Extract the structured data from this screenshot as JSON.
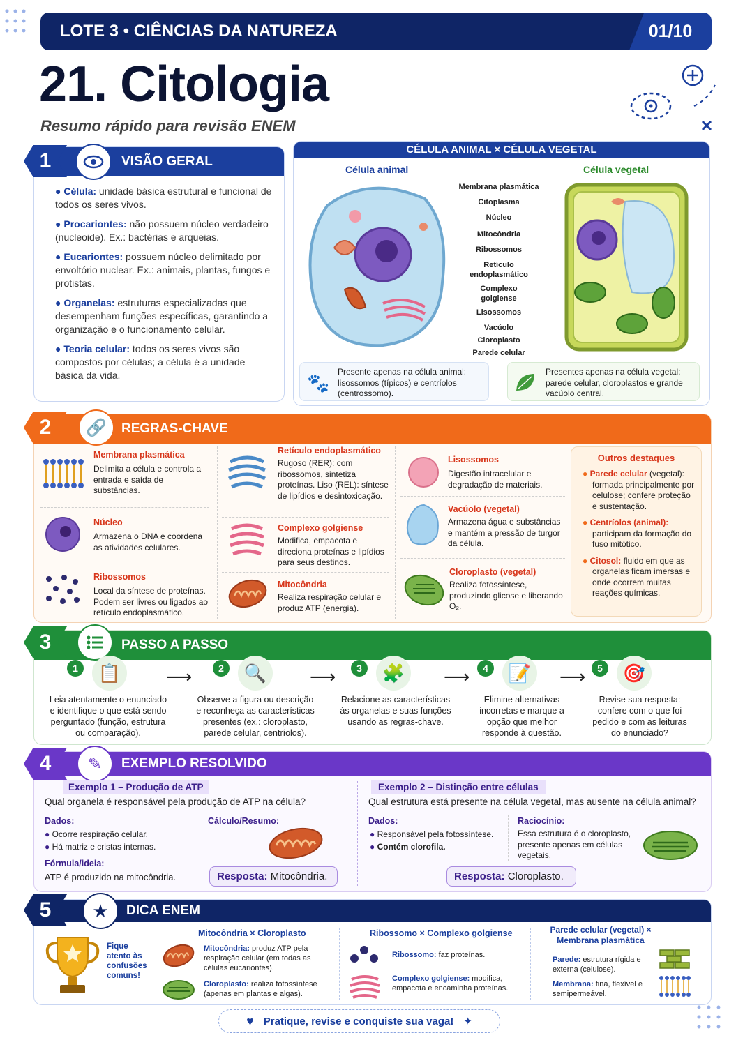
{
  "header": {
    "lote": "LOTE 3 • CIÊNCIAS DA NATUREZA",
    "page": "01/10"
  },
  "title": "21. Citologia",
  "subtitle": "Resumo rápido para revisão ENEM",
  "s1": {
    "num": "1",
    "title": "VISÃO GERAL",
    "items": [
      {
        "term": "Célula:",
        "text": " unidade básica estrutural e funcional de todos os seres vivos."
      },
      {
        "term": "Procariontes:",
        "text": " não possuem núcleo verdadeiro (nucleoide). Ex.: bactérias e arqueias."
      },
      {
        "term": "Eucariontes:",
        "text": " possuem núcleo delimitado por envoltório nuclear. Ex.: animais, plantas, fungos e protistas."
      },
      {
        "term": "Organelas:",
        "text": " estruturas especializadas que desempenham funções específicas, garantindo a organização e o funcionamento celular."
      },
      {
        "term": "Teoria celular:",
        "text": " todos os seres vivos são compostos por células; a célula é a unidade básica da vida."
      }
    ]
  },
  "cells": {
    "title": "CÉLULA ANIMAL × CÉLULA VEGETAL",
    "animal": "Célula animal",
    "plant": "Célula vegetal",
    "labels": [
      "Membrana plasmática",
      "Citoplasma",
      "Núcleo",
      "Mitocôndria",
      "Ribossomos",
      "Retículo endoplasmático",
      "Complexo golgiense",
      "Lisossomos",
      "Vacúolo",
      "Cloroplasto",
      "Parede celular"
    ],
    "note_animal": "Presente apenas na célula animal: lisossomos (típicos) e centríolos (centrossomo).",
    "note_plant": "Presentes apenas na célula vegetal: parede celular, cloroplastos e grande vacúolo central."
  },
  "s2": {
    "num": "2",
    "title": "REGRAS-CHAVE",
    "col1": [
      {
        "name": "Membrana plasmática",
        "text": "Delimita a célula e controla a entrada e saída de substâncias."
      },
      {
        "name": "Núcleo",
        "text": "Armazena o DNA e coordena as atividades celulares."
      },
      {
        "name": "Ribossomos",
        "text": "Local da síntese de proteínas. Podem ser livres ou ligados ao retículo endoplasmático."
      }
    ],
    "col2": [
      {
        "name": "Retículo endoplasmático",
        "text": "Rugoso (RER): com ribossomos, sintetiza proteínas. Liso (REL): síntese de lipídios e desintoxicação."
      },
      {
        "name": "Complexo golgiense",
        "text": "Modifica, empacota e direciona proteínas e lipídios para seus destinos."
      },
      {
        "name": "Mitocôndria",
        "text": "Realiza respiração celular e produz ATP (energia)."
      }
    ],
    "col3": [
      {
        "name": "Lisossomos",
        "text": "Digestão intracelular e degradação de materiais."
      },
      {
        "name": "Vacúolo (vegetal)",
        "text": "Armazena água e substâncias e mantém a pressão de turgor da célula."
      },
      {
        "name": "Cloroplasto (vegetal)",
        "text": "Realiza fotossíntese, produzindo glicose e liberando O₂."
      }
    ],
    "highlights": {
      "title": "Outros destaques",
      "items": [
        {
          "term": "Parede celular",
          "text": " (vegetal): formada principalmente por celulose; confere proteção e sustentação."
        },
        {
          "term": "Centríolos (animal):",
          "text": " participam da formação do fuso mitótico."
        },
        {
          "term": "Citosol:",
          "text": " fluido em que as organelas ficam imersas e onde ocorrem muitas reações químicas."
        }
      ]
    }
  },
  "s3": {
    "num": "3",
    "title": "PASSO A PASSO",
    "steps": [
      {
        "n": "1",
        "text": "Leia atentamente o enunciado e identifique o que está sendo perguntado (função, estrutura ou comparação)."
      },
      {
        "n": "2",
        "text": "Observe a figura ou descrição e reconheça as características presentes (ex.: cloroplasto, parede celular, centríolos)."
      },
      {
        "n": "3",
        "text": "Relacione as características às organelas e suas funções usando as regras-chave."
      },
      {
        "n": "4",
        "text": "Elimine alternativas incorretas e marque a opção que melhor responde à questão."
      },
      {
        "n": "5",
        "text": "Revise sua resposta: confere com o que foi pedido e com as leituras do enunciado?"
      }
    ]
  },
  "s4": {
    "num": "4",
    "title": "EXEMPLO RESOLVIDO",
    "ex1": {
      "tag": "Exemplo 1 – Produção de ATP",
      "q": "Qual organela é responsável pela produção de ATP na célula?",
      "dados": "Dados:",
      "d1": "Ocorre respiração celular.",
      "d2": "Há matriz e cristas internas.",
      "calc": "Cálculo/Resumo:",
      "formula": "Fórmula/ideia:",
      "ftext": "ATP é produzido na mitocôndria.",
      "resp": "Resposta:",
      "ans": " Mitocôndria."
    },
    "ex2": {
      "tag": "Exemplo 2 – Distinção entre células",
      "q": "Qual estrutura está presente na célula vegetal, mas ausente na célula animal?",
      "dados": "Dados:",
      "d1": "Responsável pela fotossíntese.",
      "d2": "Contém clorofila.",
      "rac": "Raciocínio:",
      "rtext": "Essa estrutura é o cloroplasto, presente apenas em células vegetais.",
      "resp": "Resposta:",
      "ans": " Cloroplasto."
    }
  },
  "s5": {
    "num": "5",
    "title": "DICA ENEM",
    "tip": "Fique atento às confusões comuns!",
    "c1": {
      "h": "Mitocôndria × Cloroplasto",
      "a": "Mitocôndria:",
      "at": " produz ATP pela respiração celular (em todas as células eucariontes).",
      "b": "Cloroplasto:",
      "bt": " realiza fotossíntese (apenas em plantas e algas)."
    },
    "c2": {
      "h": "Ribossomo × Complexo golgiense",
      "a": "Ribossomo:",
      "at": " faz proteínas.",
      "b": "Complexo golgiense:",
      "bt": " modifica, empacota e encaminha proteínas."
    },
    "c3": {
      "h": "Parede celular (vegetal) × Membrana plasmática",
      "a": "Parede:",
      "at": " estrutura rígida e externa (celulose).",
      "b": "Membrana:",
      "bt": " fina, flexível e semipermeável."
    }
  },
  "footer": "Pratique, revise e conquiste sua vaga!"
}
